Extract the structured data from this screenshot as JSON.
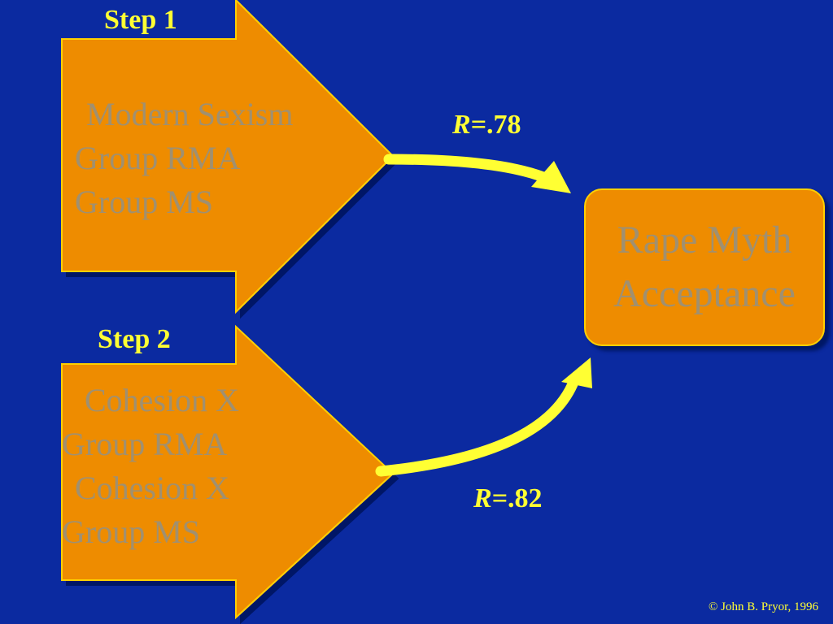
{
  "step1": {
    "label": "Step 1",
    "lines": [
      "Modern Sexism",
      "Group RMA",
      "Group MS"
    ]
  },
  "step2": {
    "label": "Step 2",
    "lines": [
      "Cohesion X",
      "Group RMA",
      "Cohesion X",
      "Group MS"
    ]
  },
  "path1": {
    "var": "R",
    "value": "=.78"
  },
  "path2": {
    "var": "R",
    "value": "=.82"
  },
  "target": {
    "line1": "Rape Myth",
    "line2": "Acceptance"
  },
  "copyright": "© John B. Pryor, 1996",
  "colors": {
    "background": "#0b2aa0",
    "shape_fill": "#ee8c00",
    "shape_border": "#ffd000",
    "accent": "#ffff33",
    "shape_text": "#a09070"
  }
}
